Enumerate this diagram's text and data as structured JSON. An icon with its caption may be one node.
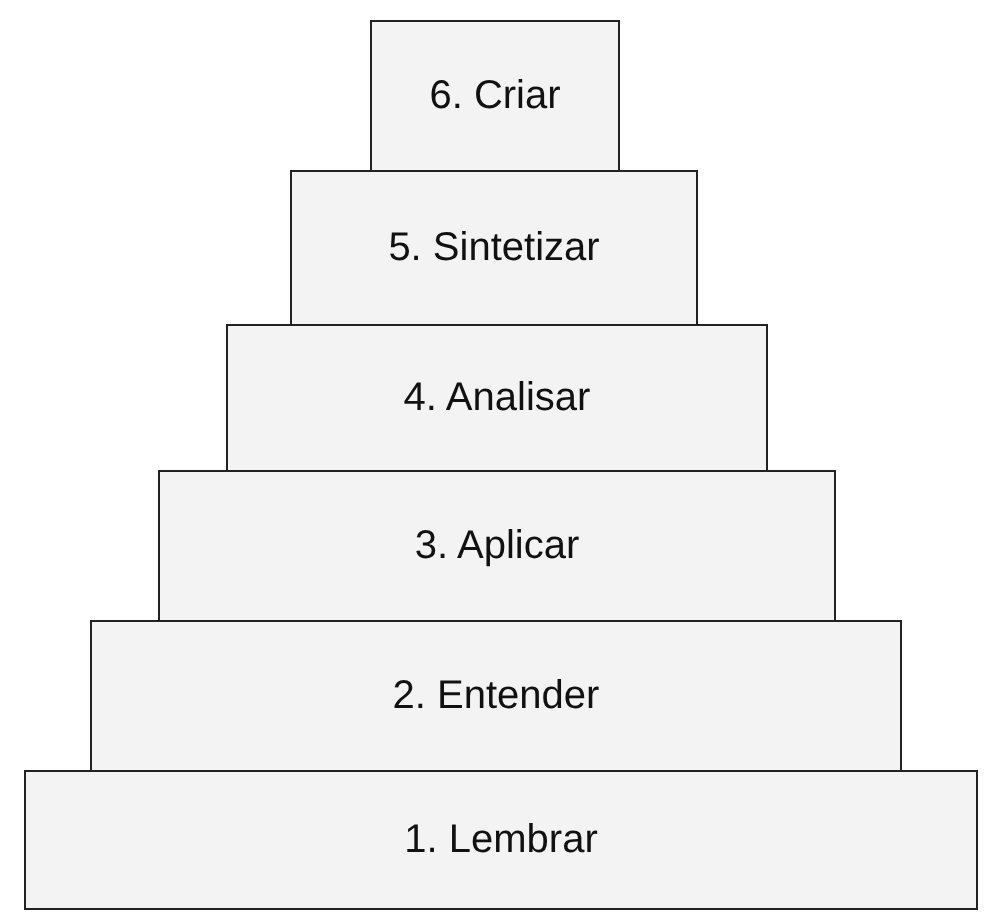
{
  "diagram": {
    "nodes": [
      {
        "text": [
          "6. Criar"
        ]
      },
      {
        "text": [
          "5. Sintetizar"
        ]
      },
      {
        "text": [
          "4. Analisar"
        ]
      },
      {
        "text": [
          "3. Aplicar"
        ]
      },
      {
        "text": [
          "2. Entender"
        ]
      },
      {
        "text": [
          "1. Lembrar"
        ]
      }
    ]
  }
}
